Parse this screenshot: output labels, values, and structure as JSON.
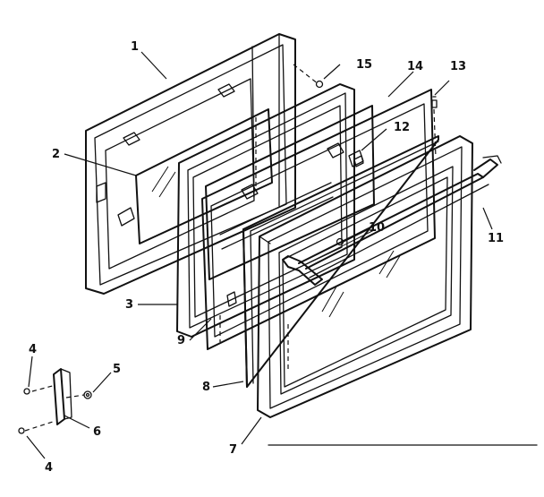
{
  "diagram": {
    "labels": {
      "p1": "1",
      "p2": "2",
      "p3": "3",
      "p4a": "4",
      "p4b": "4",
      "p5": "5",
      "p6": "6",
      "p7": "7",
      "p8": "8",
      "p9": "9",
      "p10": "10",
      "p11": "11",
      "p12": "12",
      "p13": "13",
      "p14": "14",
      "p15": "15"
    }
  }
}
